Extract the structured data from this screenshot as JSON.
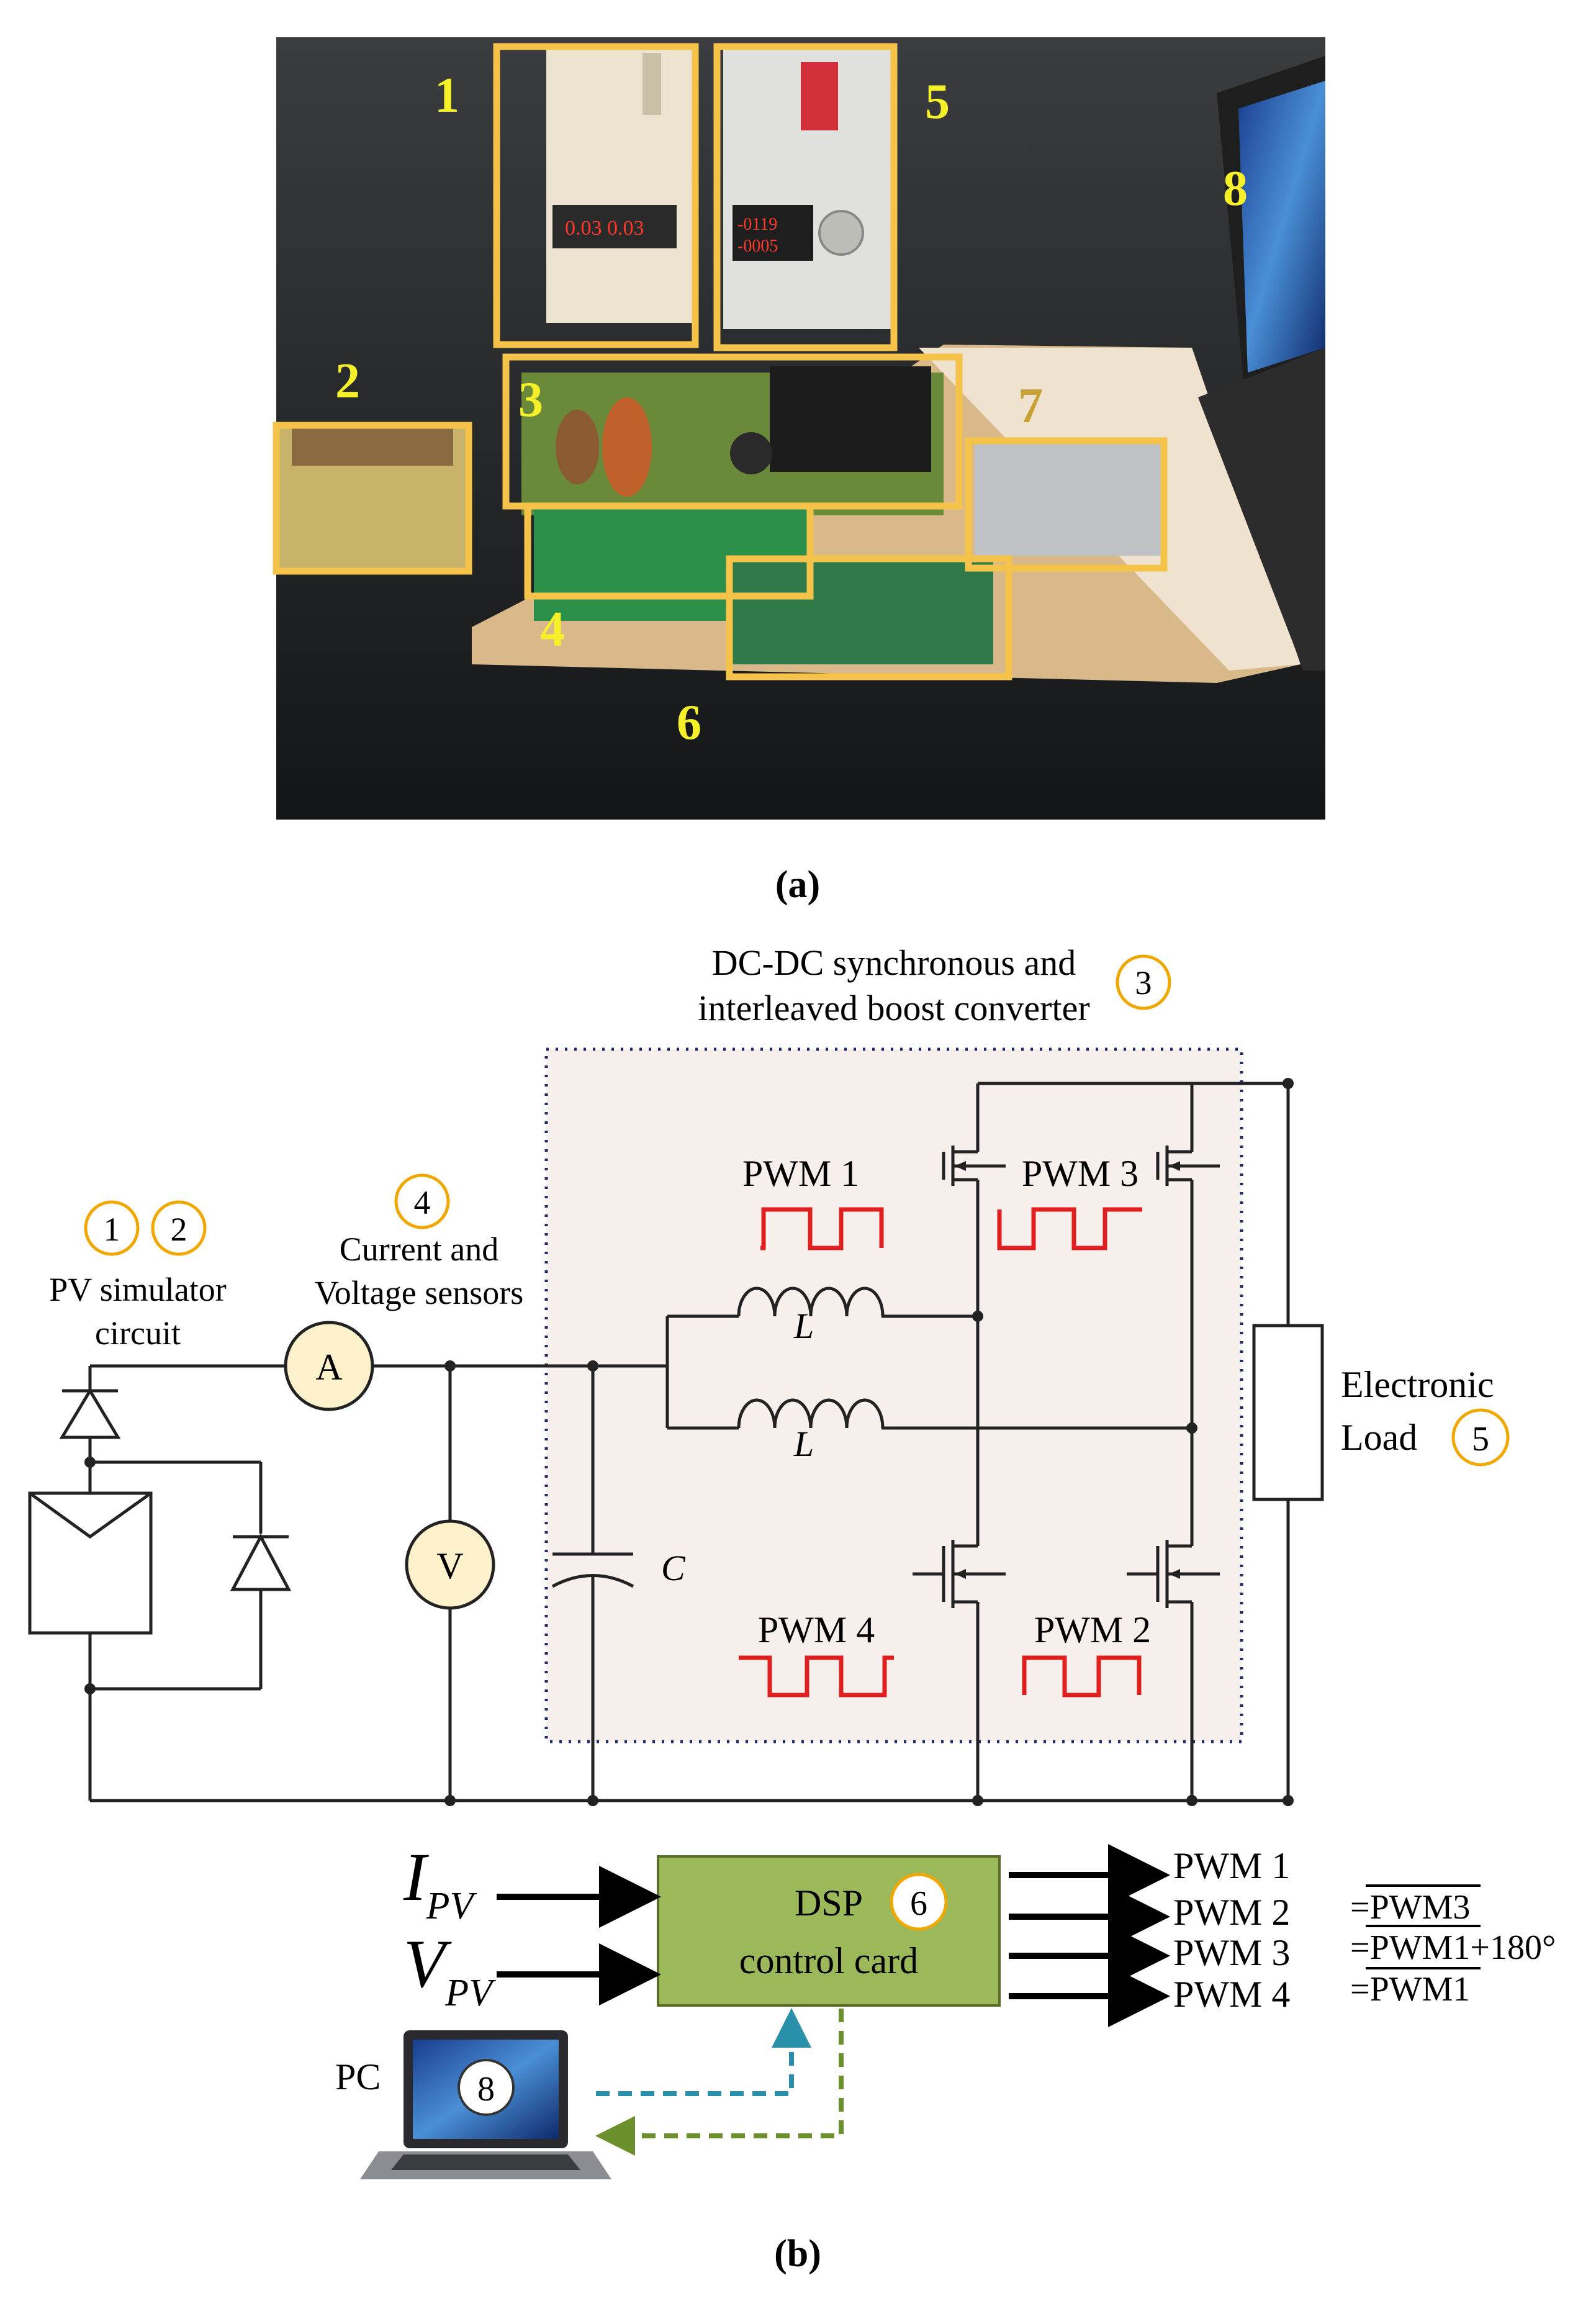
{
  "photo": {
    "labels": [
      "1",
      "2",
      "3",
      "4",
      "5",
      "6",
      "7",
      "8"
    ]
  },
  "caption_a": "(a)",
  "caption_b": "(b)",
  "circuit": {
    "converter_title_line1": "DC-DC synchronous and",
    "converter_title_line2": "interleaved boost converter",
    "converter_number": "3",
    "pv_numbers": [
      "1",
      "2"
    ],
    "pv_label_line1": "PV simulator",
    "pv_label_line2": "circuit",
    "sensor_number": "4",
    "sensor_label_line1": "Current and",
    "sensor_label_line2": "Voltage sensors",
    "ammeter": "A",
    "voltmeter": "V",
    "inductor_label": "L",
    "capacitor_label": "C",
    "pwm_labels": [
      "PWM 1",
      "PWM 3",
      "PWM 4",
      "PWM 2"
    ],
    "load_line1": "Electronic",
    "load_line2": "Load",
    "load_number": "5"
  },
  "control": {
    "input_i": "I",
    "input_i_sub": "PV",
    "input_v": "V",
    "input_v_sub": "PV",
    "dsp_line1": "DSP",
    "dsp_line2": "control card",
    "dsp_number": "6",
    "outputs": [
      "PWM 1",
      "PWM 2",
      "PWM 3",
      "PWM 4"
    ],
    "relations": [
      "=PWM3",
      "=PWM1+180°",
      "=PWM1"
    ],
    "pc_label": "PC",
    "pc_number": "8"
  },
  "colors": {
    "highlight_box": "#f5c34a",
    "photo_label": "#f5f02a",
    "pwm_wave": "#e02020",
    "dsp_fill": "#9bb85a",
    "number_ring": "#f0a800",
    "meter_fill": "#fdf1cc",
    "dashed_blue": "#2a8fa8",
    "dashed_green": "#6b8f2a"
  }
}
